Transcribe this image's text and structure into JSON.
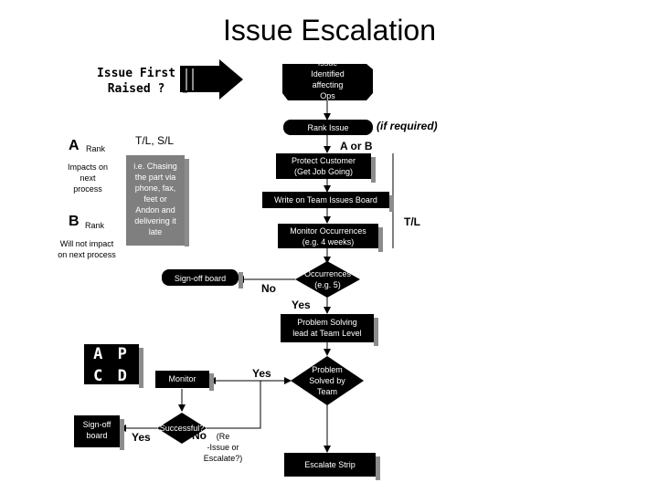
{
  "title": "Issue Escalation",
  "nodes": {
    "issue_first_raised": "Issue First\nRaised ?",
    "issue_identified": "Issue\nIdentified\naffecting\nOps",
    "rank_issue": "Rank Issue",
    "protect_customer": "Protect Customer\n(Get Job Going)",
    "write_board": "Write on Team Issues Board",
    "monitor_occurrences": "Monitor Occurrences\n(e.g. 4 weeks)",
    "occurrences": "Occurrences\n(e.g. 5)",
    "signoff_board": "Sign-off board",
    "problem_solving_lead": "Problem Solving\nlead at Team Level",
    "problem_solved": "Problem\nSolved by\nTeam",
    "monitor": "Monitor",
    "successful": "Successful?",
    "escalate_strip": "Escalate Strip",
    "signoff_board_small": "Sign-off\nboard",
    "chasing_note": "i.e. Chasing\nthe part via\nphone, fax,\nfeet or\nAndon and\ndelivering it\nlate",
    "apcd_box": "A P\nC D"
  },
  "labels": {
    "if_required": "(if required)",
    "a_or_b": "A or B",
    "tl_right": "T/L",
    "tl_sl": "T/L, S/L",
    "rank_a_letter": "A",
    "rank_a_word": "Rank",
    "impacts": "Impacts on\nnext\nprocess",
    "rank_b_letter": "B",
    "rank_b_word": "Rank",
    "will_not_impact": "Will not impact\non next process",
    "no_occurrences": "No",
    "yes_occurrences": "Yes",
    "yes_solved": "Yes",
    "no_successful": "No",
    "yes_successful": "Yes",
    "re_issue": "(Re\n-Issue or\nEscalate?)"
  },
  "colors": {
    "box_fill": "#000000",
    "box_text": "#ffffff",
    "chasing_fill": "#7f7f7f",
    "shadow": "#8c8c8c",
    "line": "#000000"
  }
}
